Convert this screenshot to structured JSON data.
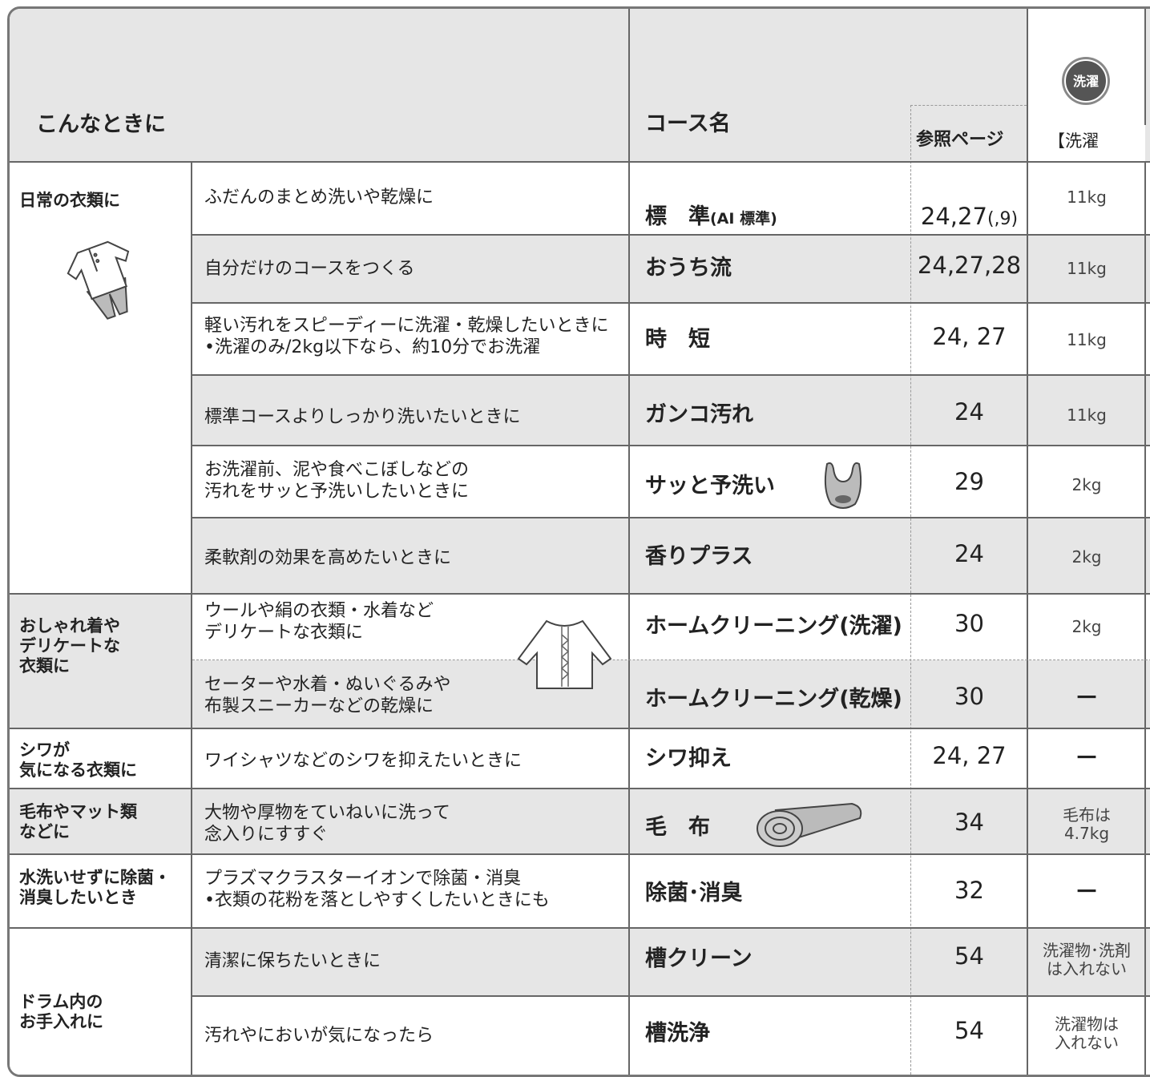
{
  "header": {
    "situation": "こんなときに",
    "course_name": "コース名",
    "ref_page": "参照ページ",
    "mode_icon_label": "洗濯",
    "capacity_header": "【洗濯"
  },
  "categories": [
    {
      "label": "日常の衣類に",
      "icon": "shirt-and-pants-icon"
    },
    {
      "label": "おしゃれ着や\nデリケートな\n衣類に",
      "icon": "sweater-icon"
    },
    {
      "label": "シワが\n気になる衣類に"
    },
    {
      "label": "毛布やマット類\nなどに"
    },
    {
      "label": "水洗いせずに除菌・\n消臭したいとき"
    },
    {
      "label": "ドラム内の\nお手入れに"
    }
  ],
  "rows": [
    {
      "desc": "ふだんのまとめ洗いや乾燥に",
      "course": "標　準",
      "course_sub": "(AI 標準)",
      "page": "24,27",
      "page_sub": "(,9)",
      "cap": "11kg"
    },
    {
      "desc": "自分だけのコースをつくる",
      "course": "おうち流",
      "page": "24,27,28",
      "cap": "11kg"
    },
    {
      "desc": "軽い汚れをスピーディーに洗濯・乾燥したいときに\n•洗濯のみ/2kg以下なら、約10分でお洗濯",
      "course": "時　短",
      "page": "24, 27",
      "cap": "11kg"
    },
    {
      "desc": "標準コースよりしっかり洗いたいときに",
      "course": "ガンコ汚れ",
      "page": "24",
      "cap": "11kg"
    },
    {
      "desc": "お洗濯前、泥や食べこぼしなどの\n汚れをサッと予洗いしたいときに",
      "course": "サッと予洗い",
      "page": "29",
      "cap": "2kg",
      "icon": "baby-bib-icon"
    },
    {
      "desc": "柔軟剤の効果を高めたいときに",
      "course": "香りプラス",
      "page": "24",
      "cap": "2kg"
    },
    {
      "desc": "ウールや絹の衣類・水着など\nデリケートな衣類に",
      "course": "ホームクリーニング(洗濯)",
      "page": "30",
      "cap": "2kg"
    },
    {
      "desc": "セーターや水着・ぬいぐるみや\n布製スニーカーなどの乾燥に",
      "course": "ホームクリーニング(乾燥)",
      "page": "30",
      "cap": "－"
    },
    {
      "desc": "ワイシャツなどのシワを抑えたいときに",
      "course": "シワ抑え",
      "page": "24, 27",
      "cap": "－"
    },
    {
      "desc": "大物や厚物をていねいに洗って\n念入りにすすぐ",
      "course": "毛　布",
      "page": "34",
      "cap": "毛布は\n4.7kg",
      "icon": "rolled-blanket-icon"
    },
    {
      "desc": "プラズマクラスターイオンで除菌・消臭\n•衣類の花粉を落としやすくしたいときにも",
      "course": "除菌･消臭",
      "page": "32",
      "cap": "－"
    },
    {
      "desc": "清潔に保ちたいときに",
      "course": "槽クリーン",
      "page": "54",
      "cap": "洗濯物･洗剤\nは入れない"
    },
    {
      "desc": "汚れやにおいが気になったら",
      "course": "槽洗浄",
      "page": "54",
      "cap": "洗濯物は\n入れない"
    }
  ]
}
